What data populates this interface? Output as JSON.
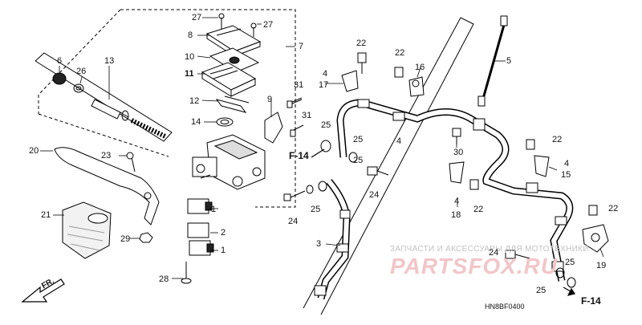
{
  "diagram": {
    "code": "HN8BF0400",
    "front_arrow_label": "FR.",
    "ref_labels": [
      "F-14",
      "F-14"
    ],
    "watermark": {
      "text": "ЗАПЧАСТИ И АКСЕССУАРЫ ДЛЯ МОТОТЕХНИКИ",
      "logo": "PARTSFOX.RU"
    },
    "callouts": [
      "1",
      "1",
      "2",
      "3",
      "4",
      "4",
      "4",
      "4",
      "5",
      "6",
      "7",
      "8",
      "9",
      "10",
      "11",
      "12",
      "13",
      "14",
      "15",
      "16",
      "17",
      "18",
      "19",
      "20",
      "21",
      "22",
      "22",
      "22",
      "22",
      "22",
      "23",
      "24",
      "24",
      "24",
      "25",
      "25",
      "25",
      "25",
      "25",
      "25",
      "26",
      "27",
      "27",
      "28",
      "29",
      "30",
      "31",
      "31"
    ]
  }
}
